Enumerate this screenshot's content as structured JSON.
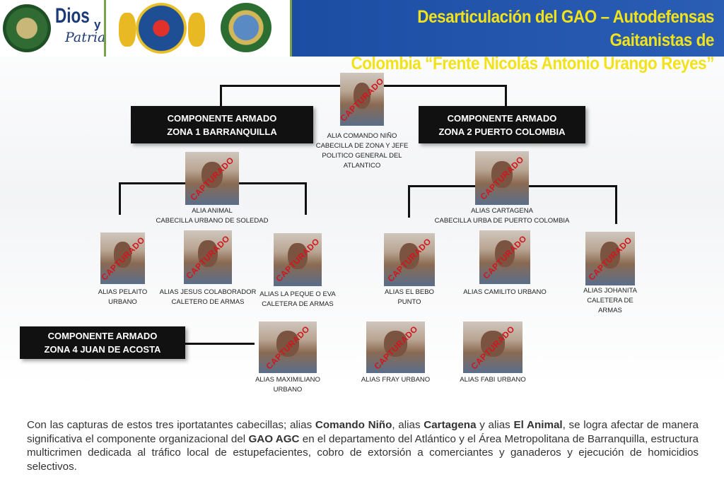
{
  "header": {
    "logo_text_1": "Dios",
    "logo_text_y": "y",
    "logo_text_2": "Patria",
    "title_line1": "Desarticulación del GAO – Autodefensas Gaitanistas de",
    "title_line2": "Colombia “Frente Nicolás Antonio Urango Reyes”",
    "colors": {
      "band": "#1b4ea3",
      "title": "#f2e21a"
    }
  },
  "stamp": "CAPTURADO",
  "boxes": {
    "zona1": {
      "l1": "COMPONENTE ARMADO",
      "l2": "ZONA 1  BARRANQUILLA"
    },
    "zona2": {
      "l1": "COMPONENTE ARMADO",
      "l2": "ZONA 2 PUERTO COLOMBIA"
    },
    "zona4": {
      "l1": "COMPONENTE ARMADO",
      "l2": "ZONA 4 JUAN DE ACOSTA"
    }
  },
  "people": {
    "nino": [
      "ALIA COMANDO NIÑO",
      "CABECILLA DE ZONA Y JEFE",
      "POLITICO GENERAL DEL",
      "ATLANTICO"
    ],
    "animal": [
      "ALIA ANIMAL",
      "CABECILLA URBANO DE SOLEDAD"
    ],
    "cartagena": [
      "ALIAS CARTAGENA",
      "CABECILLA URBA DE PUERTO COLOMBIA"
    ],
    "pelaito": [
      "ALIAS  PELAITO",
      "URBANO"
    ],
    "jesus": [
      "ALIAS JESUS COLABORADOR",
      "CALETERO DE ARMAS"
    ],
    "peque": [
      "ALIAS LA PEQUE O EVA",
      "CALETERA DE ARMAS"
    ],
    "bebo": [
      "ALIAS EL BEBO",
      "PUNTO"
    ],
    "camilito": [
      "ALIAS CAMILITO URBANO"
    ],
    "johanita": [
      "ALIAS JOHANITA",
      "CALETERA DE",
      "ARMAS"
    ],
    "maximiliano": [
      "ALIAS  MAXIMILIANO",
      "URBANO"
    ],
    "fray": [
      "ALIAS  FRAY URBANO"
    ],
    "fabi": [
      "ALIAS  FABI URBANO"
    ]
  },
  "paragraph": {
    "t1": "Con las capturas de estos tres iportatantes cabecillas; alias ",
    "b1": "Comando Niño",
    "t2": ", alias ",
    "b2": "Cartagena",
    "t3": " y alias ",
    "b3": "El Animal",
    "t4": ", se logra afectar de manera significativa el componente organizacional del ",
    "b4": "GAO AGC",
    "t5": " en el departamento del Atlántico y el Área Metropolitana de Barranquilla, estructura multicrimen dedicada al tráfico local de estupefacientes, cobro de extorsión a comerciantes y ganaderos y ejecución de homicidios selectivos."
  }
}
